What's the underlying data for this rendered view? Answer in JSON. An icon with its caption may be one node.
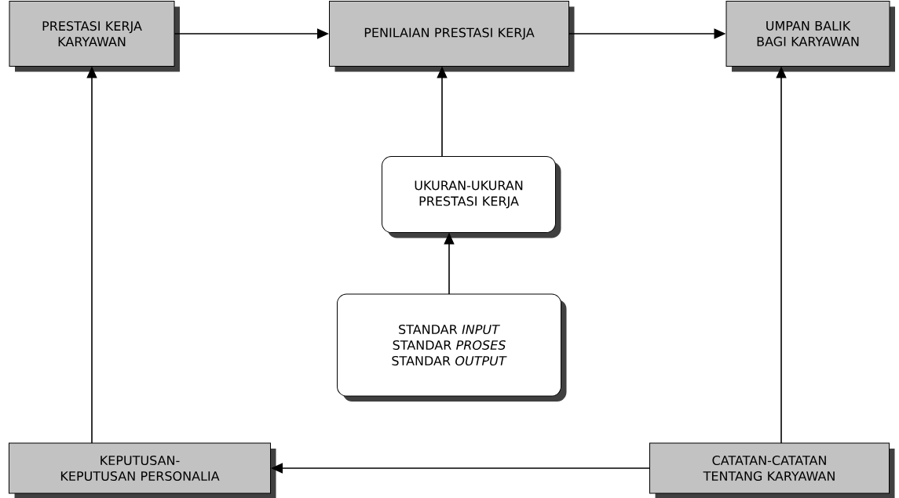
{
  "diagram": {
    "nodes": [
      {
        "text": [
          "PRESTASI KERJA KARYAWAN"
        ]
      },
      {
        "text": [
          "PENILAIAN PRESTASI KERJA"
        ]
      },
      {
        "text": [
          "UMPAN BALIK BAGI KARYAWAN"
        ]
      },
      {
        "text": [
          "UKURAN-UKURAN PRESTASI KERJA"
        ]
      },
      {
        "text": [
          "STANDAR *INPUT*",
          "STANDAR *PROSES*",
          "STANDAR *OUTPUT*"
        ]
      },
      {
        "text": [
          "KEPUTUSAN-KEPUTUSAN PERSONALIA"
        ]
      },
      {
        "text": [
          "CATATAN-CATATAN TENTANG KARYAWAN"
        ]
      }
    ],
    "edges": [
      {
        "from": 0,
        "to": 1,
        "arrow": "to"
      },
      {
        "from": 1,
        "to": 2,
        "arrow": "to"
      },
      {
        "from": 3,
        "to": 1,
        "arrow": "to"
      },
      {
        "from": 4,
        "to": 3,
        "arrow": "to"
      },
      {
        "from": 5,
        "to": 0,
        "arrow": "to"
      },
      {
        "from": 6,
        "to": 2,
        "arrow": "to"
      },
      {
        "from": 6,
        "to": 5,
        "arrow": "to"
      }
    ]
  }
}
